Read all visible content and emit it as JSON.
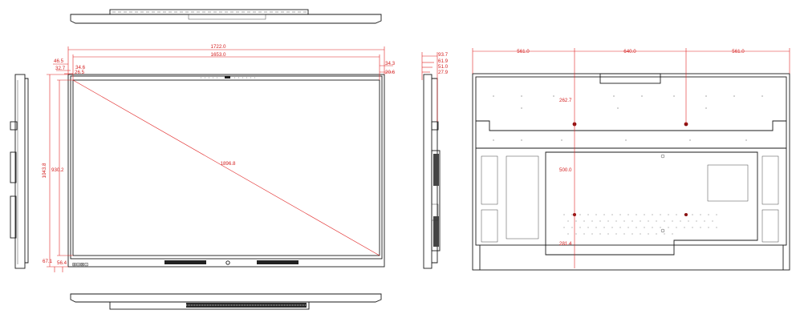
{
  "colors": {
    "dimension": "#e02424",
    "outline": "#1a1a1a",
    "background": "#ffffff"
  },
  "front": {
    "overall_width": "1722.0",
    "screen_width": "1653.0",
    "diagonal": "1896.8",
    "overall_height": "1043.8",
    "screen_height": "930.2",
    "left_top_outer": "46.5",
    "left_top_a": "32.7",
    "left_top_b": "34.6",
    "left_top_c": "26.5",
    "right_top_a": "34.3",
    "right_top_b": "20.6",
    "bottom_a": "67.1",
    "bottom_b": "56.4"
  },
  "side": {
    "d1": "93.7",
    "d2": "61.9",
    "d3": "51.0",
    "d4": "27.9"
  },
  "rear": {
    "left_margin": "561.0",
    "mount_spacing": "640.0",
    "right_margin": "561.0",
    "mount_offset": "262.7",
    "vertical_spacing": "500.0",
    "bottom_offset": "281.4"
  }
}
